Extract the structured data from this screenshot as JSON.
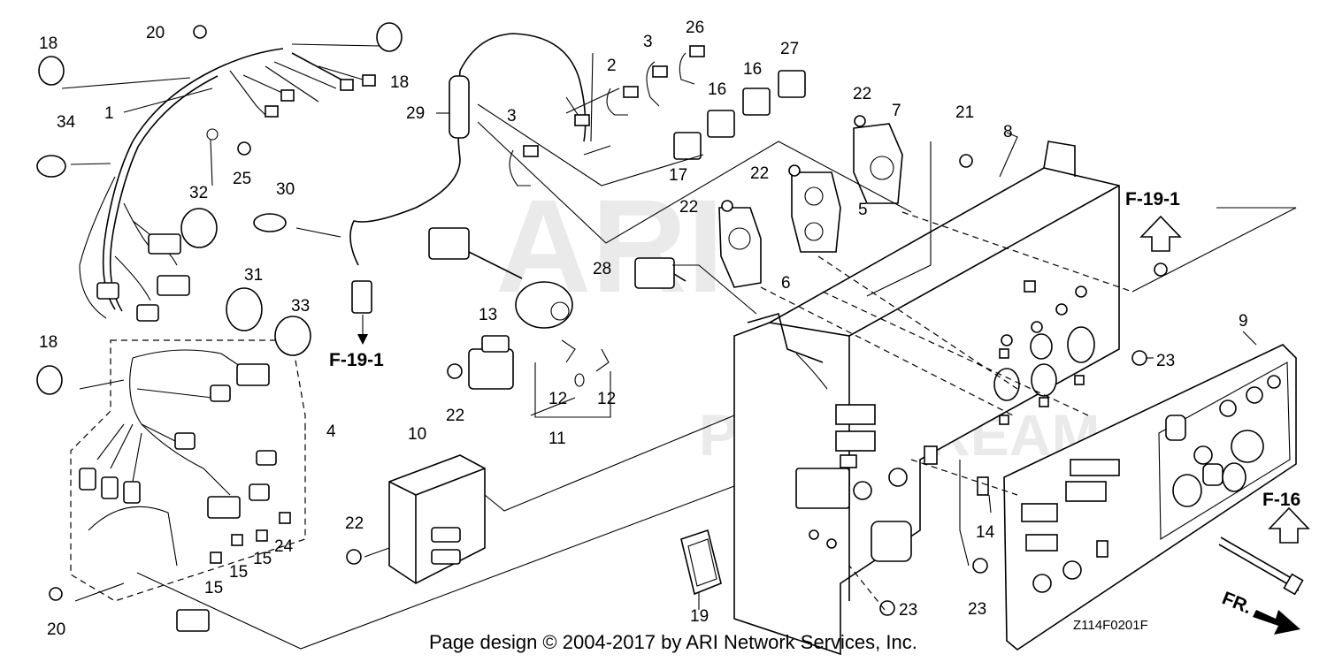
{
  "diagram_code": "Z114F0201F",
  "credit": "Page design © 2004-2017 by ARI Network Services, Inc.",
  "watermark": [
    "ARI",
    "PARTSTREAM"
  ],
  "refs": {
    "f19_top": "F-19-1",
    "f19_bottom": "F-19-1",
    "f16": "F-16",
    "front": "FR."
  },
  "callouts": {
    "c1": "1",
    "c2": "2",
    "c3a": "3",
    "c3b": "3",
    "c4": "4",
    "c5": "5",
    "c6": "6",
    "c7": "7",
    "c8": "8",
    "c9": "9",
    "c10": "10",
    "c11": "11",
    "c12a": "12",
    "c12b": "12",
    "c13": "13",
    "c14": "14",
    "c15a": "15",
    "c15b": "15",
    "c15c": "15",
    "c16a": "16",
    "c16b": "16",
    "c17": "17",
    "c18a": "18",
    "c18b": "18",
    "c18c": "18",
    "c19": "19",
    "c20a": "20",
    "c20b": "20",
    "c21": "21",
    "c22a": "22",
    "c22b": "22",
    "c22c": "22",
    "c22d": "22",
    "c22e": "22",
    "c23a": "23",
    "c23b": "23",
    "c23c": "23",
    "c24": "24",
    "c25": "25",
    "c26": "26",
    "c27": "27",
    "c28": "28",
    "c29": "29",
    "c30": "30",
    "c31": "31",
    "c32": "32",
    "c33": "33",
    "c34": "34"
  }
}
